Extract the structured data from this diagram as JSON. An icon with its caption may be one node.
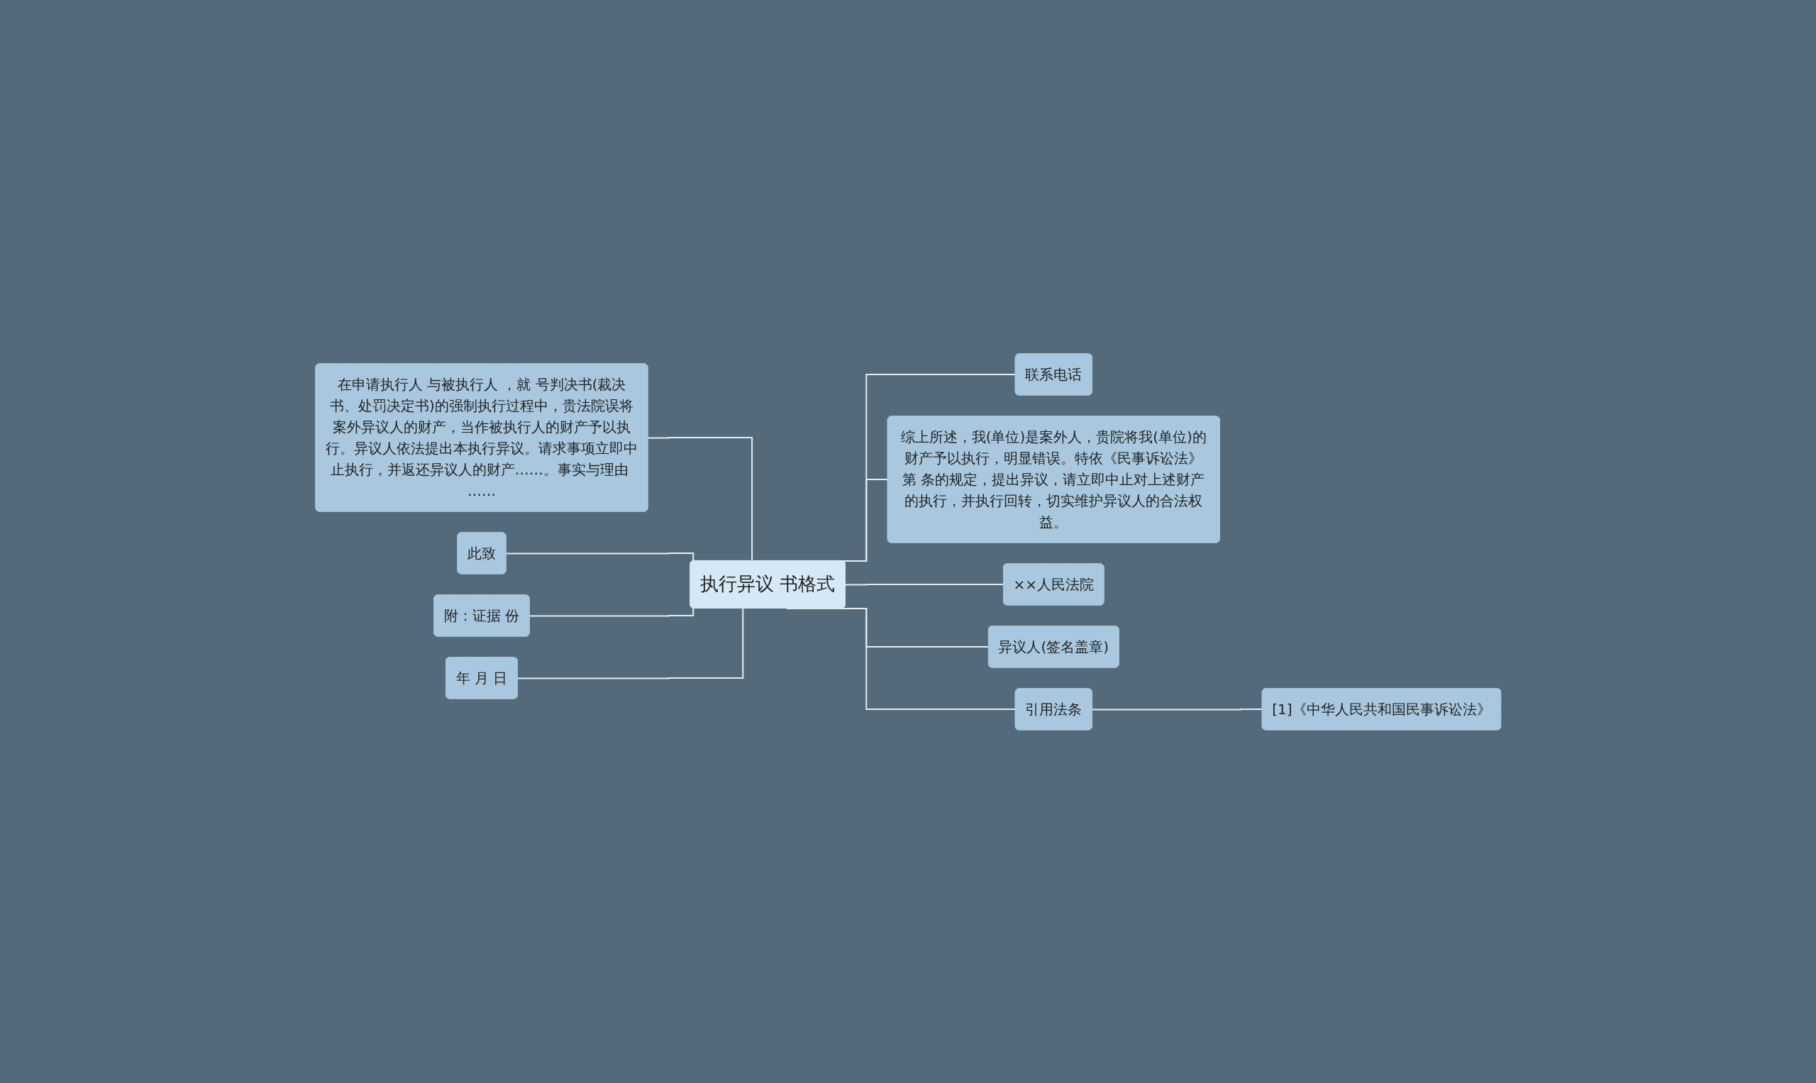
{
  "diagram": {
    "nodes": [
      {
        "text": [
          "执行异议 书格式"
        ]
      },
      {
        "text": [
          "在申请执行人 与被执行人 ，就 号判决书(裁决书、处罚决定书)的强制执行过程中，贵法院误将案外异议人的财产，当作被执行人的财产予以执行。异议人依法提出本执行异议。请求事项立即中止执行，并返还异议人的财产……。事实与理由 ……"
        ]
      },
      {
        "text": [
          "此致"
        ]
      },
      {
        "text": [
          "附：证据 份"
        ]
      },
      {
        "text": [
          "年 月 日"
        ]
      },
      {
        "text": [
          "联系电话"
        ]
      },
      {
        "text": [
          "综上所述，我(单位)是案外人，贵院将我(单位)的财产予以执行，明显错误。特依《民事诉讼法》第 条的规定，提出异议，请立即中止对上述财产的执行，并执行回转，切实维护异议人的合法权益。"
        ]
      },
      {
        "text": [
          "××人民法院"
        ]
      },
      {
        "text": [
          "异议人(签名盖章)"
        ]
      },
      {
        "text": [
          "引用法条"
        ]
      },
      {
        "text": [
          "[1]《中华人民共和国民事诉讼法》"
        ]
      }
    ],
    "edges": [
      {
        "from": 0,
        "to": 1,
        "arrow": "none"
      },
      {
        "from": 0,
        "to": 2,
        "arrow": "none"
      },
      {
        "from": 0,
        "to": 3,
        "arrow": "none"
      },
      {
        "from": 0,
        "to": 4,
        "arrow": "none"
      },
      {
        "from": 0,
        "to": 5,
        "arrow": "none"
      },
      {
        "from": 0,
        "to": 6,
        "arrow": "none"
      },
      {
        "from": 0,
        "to": 7,
        "arrow": "none"
      },
      {
        "from": 0,
        "to": 8,
        "arrow": "none"
      },
      {
        "from": 0,
        "to": 9,
        "arrow": "none"
      },
      {
        "from": 9,
        "to": 10,
        "arrow": "none"
      }
    ]
  }
}
